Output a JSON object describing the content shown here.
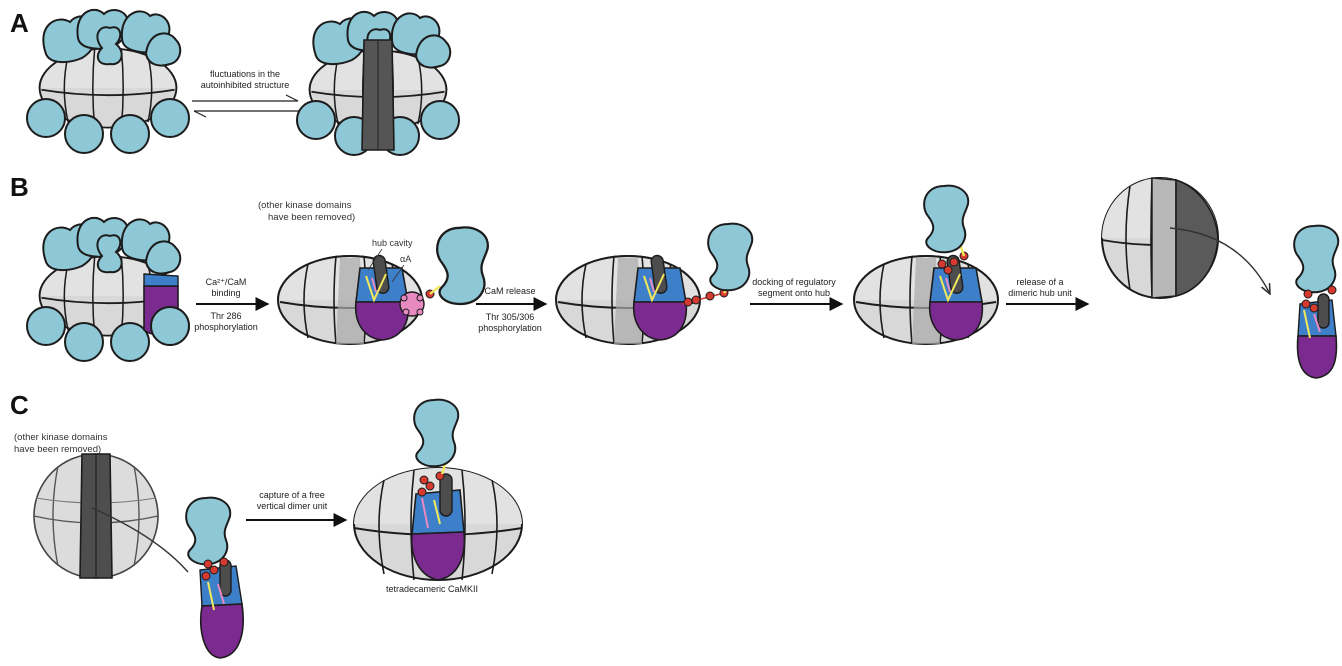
{
  "colors": {
    "kinase": "#8ec7d6",
    "hub_light": "#d8d8d8",
    "hub_mid": "#bfbfbf",
    "hub_dark": "#5a5a5a",
    "blue": "#3d7fc8",
    "purple": "#7b2a8f",
    "red": "#d43a2f",
    "yellow": "#f2e85c",
    "pink": "#e88ac0",
    "outline": "#1c1c1c"
  },
  "panels": {
    "a": {
      "letter": "A",
      "arrow_caption": [
        "fluctuations in the",
        "autoinhibited structure"
      ]
    },
    "b": {
      "letter": "B",
      "note": [
        "(other kinase domains",
        "have been removed)"
      ],
      "labels": {
        "hub_cavity": "hub cavity",
        "alpha_a": "αA"
      },
      "step1_top": [
        "Ca²⁺/CaM",
        "binding"
      ],
      "step1_bottom": [
        "Thr 286",
        "phosphorylation"
      ],
      "step2_top": [
        "CaM release"
      ],
      "step2_bottom": [
        "Thr 305/306",
        "phosphorylation"
      ],
      "step3_top": [
        "docking of regulatory",
        "segment onto hub"
      ],
      "step4_top": [
        "release of a",
        "dimeric hub unit"
      ]
    },
    "c": {
      "letter": "C",
      "note": [
        "(other kinase domains",
        "have been removed)"
      ],
      "arrow_caption": [
        "capture of a free",
        "vertical dimer unit"
      ],
      "product_label": "tetradecameric CaMKII"
    }
  }
}
